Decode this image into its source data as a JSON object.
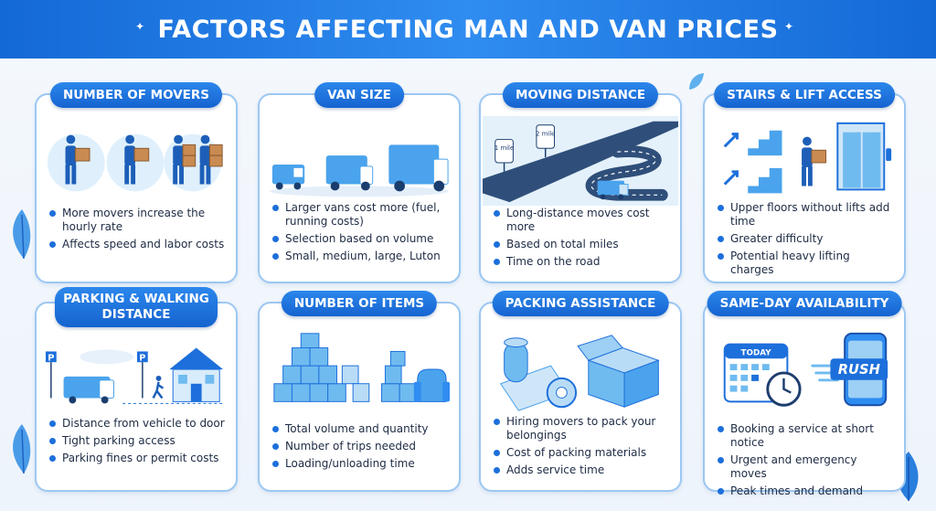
{
  "title": "FACTORS AFFECTING MAN AND VAN PRICES",
  "colors": {
    "accent": "#1d6fdb",
    "light": "#63c3f2",
    "border": "#9cc7f2"
  },
  "cards": [
    {
      "title": "NUMBER OF MOVERS",
      "icon": "movers-carrying-boxes",
      "bullets": [
        "More movers increase the hourly rate",
        "Affects speed and labor costs"
      ]
    },
    {
      "title": "VAN SIZE",
      "icon": "three-vans",
      "bullets": [
        "Larger vans cost more (fuel, running costs)",
        "Selection based on volume",
        "Small, medium, large, Luton"
      ]
    },
    {
      "title": "MOVING DISTANCE",
      "icon": "winding-road",
      "mile1": "1 mile",
      "mile2": "2 mile",
      "bullets": [
        "Long-distance moves cost more",
        "Based on total miles",
        "Time on the road"
      ]
    },
    {
      "title": "STAIRS & LIFT ACCESS",
      "icon": "stairs-and-lift",
      "bullets": [
        "Upper floors without lifts add time",
        "Greater difficulty",
        "Potential heavy lifting charges"
      ]
    },
    {
      "title": "PARKING & WALKING DISTANCE",
      "icon": "parking-house",
      "bullets": [
        "Distance from vehicle to door",
        "Tight parking access",
        "Parking fines or permit costs"
      ]
    },
    {
      "title": "NUMBER OF ITEMS",
      "icon": "stacked-boxes",
      "bullets": [
        "Total volume and quantity",
        "Number of trips needed",
        "Loading/unloading time"
      ]
    },
    {
      "title": "PACKING ASSISTANCE",
      "icon": "packing-materials",
      "bullets": [
        "Hiring movers to pack your belongings",
        "Cost of packing materials",
        "Adds service time"
      ]
    },
    {
      "title": "SAME-DAY AVAILABILITY",
      "icon": "calendar-rush",
      "today": "TODAY",
      "rush": "RUSH",
      "bullets": [
        "Booking a service at short notice",
        "Urgent and emergency moves",
        "Peak times and demand"
      ]
    }
  ]
}
